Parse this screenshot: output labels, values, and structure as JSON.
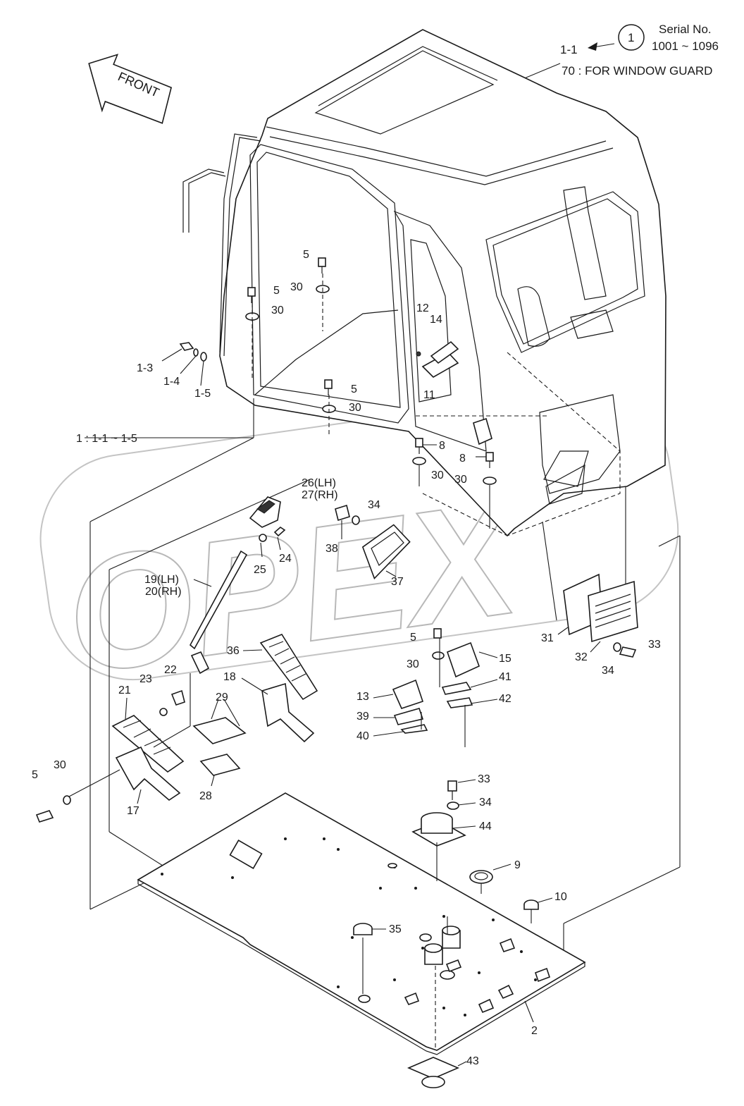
{
  "header": {
    "circle_number": "1",
    "serial_label": "Serial No.",
    "serial_range": "1001 ~ 1096",
    "arrow_ref": "1-1",
    "window_guard_note": "70 : FOR WINDOW GUARD"
  },
  "front_arrow": {
    "label": "FRONT"
  },
  "assembly_note": "1 : 1-1 ~ 1-5",
  "watermark": "OPEX",
  "colors": {
    "line": "#1a1a1a",
    "watermark": "#b8b8b8",
    "background": "#ffffff"
  },
  "callouts": {
    "c1_3": "1-3",
    "c1_4": "1-4",
    "c1_5": "1-5",
    "c5a": "5",
    "c5b": "5",
    "c5c": "5",
    "c5d": "5",
    "c5e": "5",
    "c30a": "30",
    "c30b": "30",
    "c30c": "30",
    "c30d": "30",
    "c30e": "30",
    "c30f": "30",
    "c30g": "30",
    "c12": "12",
    "c14": "14",
    "c11": "11",
    "c8a": "8",
    "c8b": "8",
    "c26": "26(LH)",
    "c27": "27(RH)",
    "c25": "25",
    "c24": "24",
    "c38": "38",
    "c34a": "34",
    "c37": "37",
    "c19": "19(LH)",
    "c20": "20(RH)",
    "c36": "36",
    "c18": "18",
    "c29": "29",
    "c21": "21",
    "c23": "23",
    "c22": "22",
    "c28": "28",
    "c17": "17",
    "c13": "13",
    "c15": "15",
    "c41": "41",
    "c42": "42",
    "c39": "39",
    "c40": "40",
    "c31": "31",
    "c32": "32",
    "c34b": "34",
    "c33a": "33",
    "c33b": "33",
    "c34c": "34",
    "c44": "44",
    "c9": "9",
    "c10": "10",
    "c35": "35",
    "c2": "2",
    "c43": "43"
  }
}
